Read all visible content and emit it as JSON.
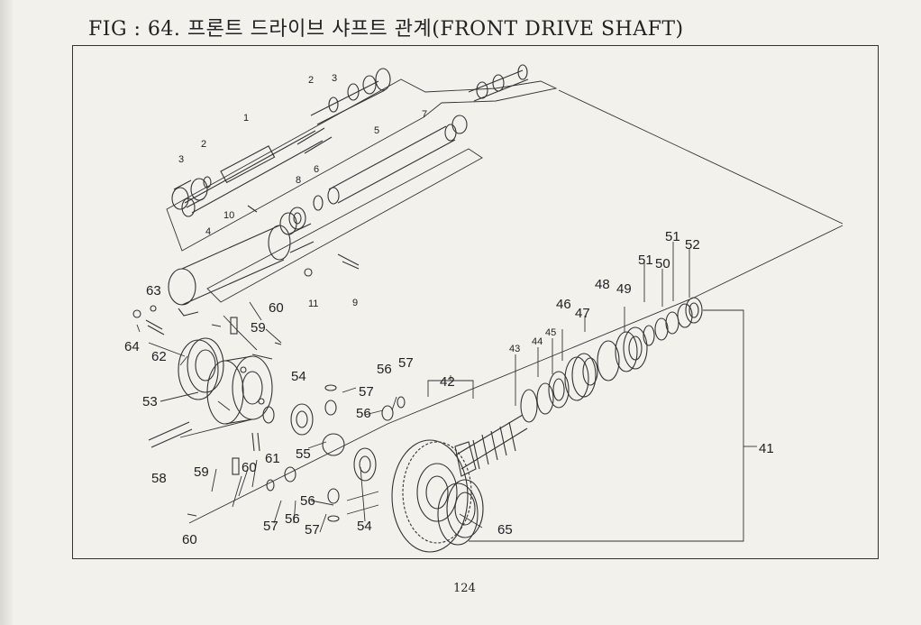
{
  "title": "FIG : 64. 프론트 드라이브 샤프트 관계(FRONT DRIVE SHAFT)",
  "page_number": "124",
  "callouts": [
    {
      "id": "c1",
      "text": "1"
    },
    {
      "id": "c2a",
      "text": "2"
    },
    {
      "id": "c2b",
      "text": "2"
    },
    {
      "id": "c3a",
      "text": "3"
    },
    {
      "id": "c3b",
      "text": "3"
    },
    {
      "id": "c4",
      "text": "4"
    },
    {
      "id": "c5",
      "text": "5"
    },
    {
      "id": "c6",
      "text": "6"
    },
    {
      "id": "c7",
      "text": "7"
    },
    {
      "id": "c8",
      "text": "8"
    },
    {
      "id": "c9",
      "text": "9"
    },
    {
      "id": "c10",
      "text": "10"
    },
    {
      "id": "c11",
      "text": "11"
    },
    {
      "id": "c41",
      "text": "41"
    },
    {
      "id": "c42",
      "text": "42"
    },
    {
      "id": "c43",
      "text": "43"
    },
    {
      "id": "c44",
      "text": "44"
    },
    {
      "id": "c45",
      "text": "45"
    },
    {
      "id": "c46",
      "text": "46"
    },
    {
      "id": "c47",
      "text": "47"
    },
    {
      "id": "c48",
      "text": "48"
    },
    {
      "id": "c49",
      "text": "49"
    },
    {
      "id": "c50",
      "text": "50"
    },
    {
      "id": "c51a",
      "text": "51"
    },
    {
      "id": "c51b",
      "text": "51"
    },
    {
      "id": "c52",
      "text": "52"
    },
    {
      "id": "c53",
      "text": "53"
    },
    {
      "id": "c54a",
      "text": "54"
    },
    {
      "id": "c54b",
      "text": "54"
    },
    {
      "id": "c55",
      "text": "55"
    },
    {
      "id": "c56a",
      "text": "56"
    },
    {
      "id": "c56b",
      "text": "56"
    },
    {
      "id": "c56c",
      "text": "56"
    },
    {
      "id": "c56d",
      "text": "56"
    },
    {
      "id": "c57a",
      "text": "57"
    },
    {
      "id": "c57b",
      "text": "57"
    },
    {
      "id": "c57c",
      "text": "57"
    },
    {
      "id": "c57d",
      "text": "57"
    },
    {
      "id": "c58",
      "text": "58"
    },
    {
      "id": "c59a",
      "text": "59"
    },
    {
      "id": "c59b",
      "text": "59"
    },
    {
      "id": "c60a",
      "text": "60"
    },
    {
      "id": "c60b",
      "text": "60"
    },
    {
      "id": "c60c",
      "text": "60"
    },
    {
      "id": "c61",
      "text": "61"
    },
    {
      "id": "c62",
      "text": "62"
    },
    {
      "id": "c63",
      "text": "63"
    },
    {
      "id": "c64",
      "text": "64"
    },
    {
      "id": "c65",
      "text": "65"
    }
  ]
}
